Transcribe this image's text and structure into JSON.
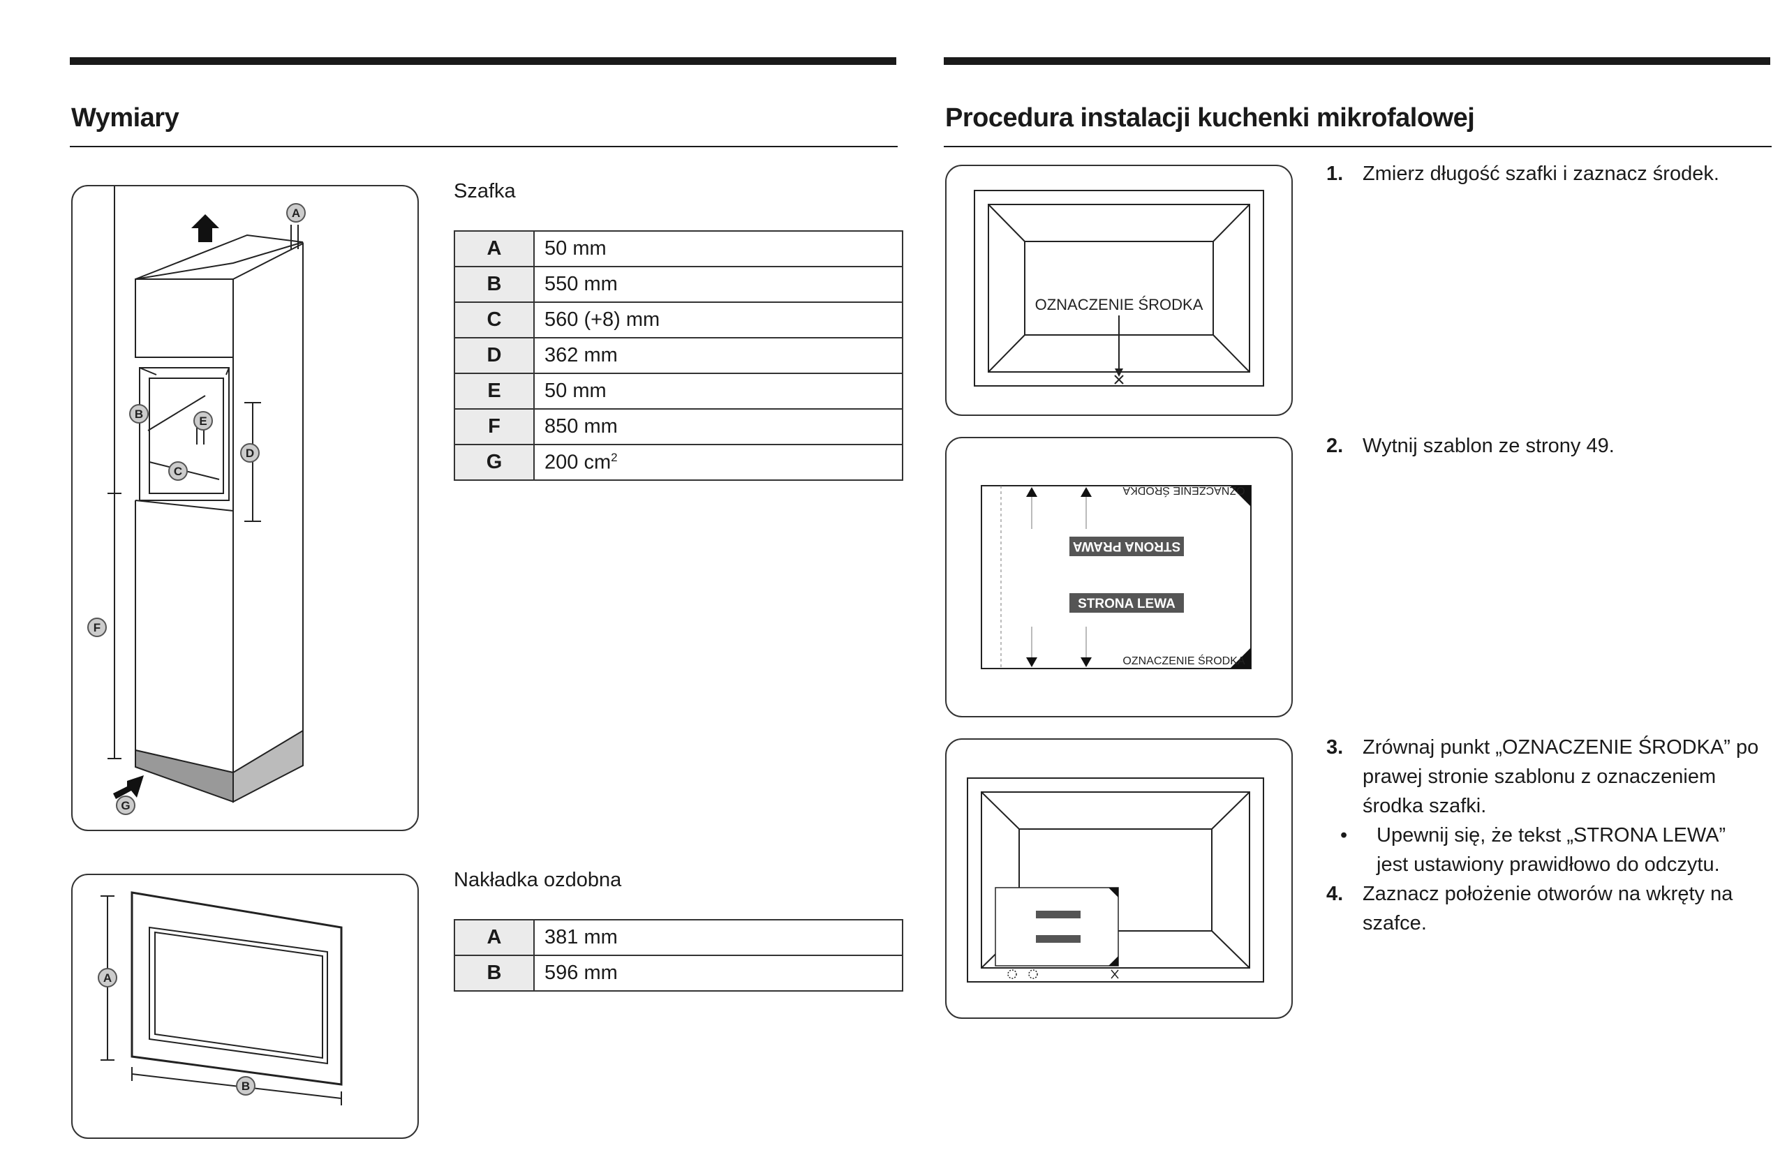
{
  "left": {
    "title": "Wymiary",
    "cabinet": {
      "heading": "Szafka",
      "rows": [
        {
          "key": "A",
          "value": "50 mm"
        },
        {
          "key": "B",
          "value": "550 mm"
        },
        {
          "key": "C",
          "value": "560 (+8) mm"
        },
        {
          "key": "D",
          "value": "362 mm"
        },
        {
          "key": "E",
          "value": "50 mm"
        },
        {
          "key": "F",
          "value": "850 mm"
        },
        {
          "key": "G",
          "value": "200 cm",
          "superscript": "2"
        }
      ],
      "figure_labels": [
        "A",
        "B",
        "C",
        "D",
        "E",
        "F",
        "G"
      ]
    },
    "trim": {
      "heading": "Nakładka ozdobna",
      "rows": [
        {
          "key": "A",
          "value": "381 mm"
        },
        {
          "key": "B",
          "value": "596 mm"
        }
      ],
      "figure_labels": [
        "A",
        "B"
      ]
    }
  },
  "right": {
    "title": "Procedura instalacji kuchenki mikrofalowej",
    "figure1_label": "OZNACZENIE ŚRODKA",
    "template": {
      "center_mark": "OZNACZENIE ŚRODKA",
      "right_side": "STRONA PRAWA",
      "left_side": "STRONA LEWA"
    },
    "steps": [
      {
        "num": "1.",
        "text": "Zmierz długość szafki i zaznacz środek."
      },
      {
        "num": "2.",
        "text": "Wytnij szablon ze strony 49."
      },
      {
        "num": "3.",
        "text": "Zrównaj punkt „OZNACZENIE ŚRODKA” po prawej stronie szablonu z oznaczeniem środka szafki."
      },
      {
        "num": "4.",
        "text": "Zaznacz położenie otworów na wkręty na szafce."
      }
    ],
    "bullet": {
      "symbol": "•",
      "text": "Upewnij się, że tekst „STRONA LEWA” jest ustawiony prawidłowo do odczytu."
    }
  }
}
